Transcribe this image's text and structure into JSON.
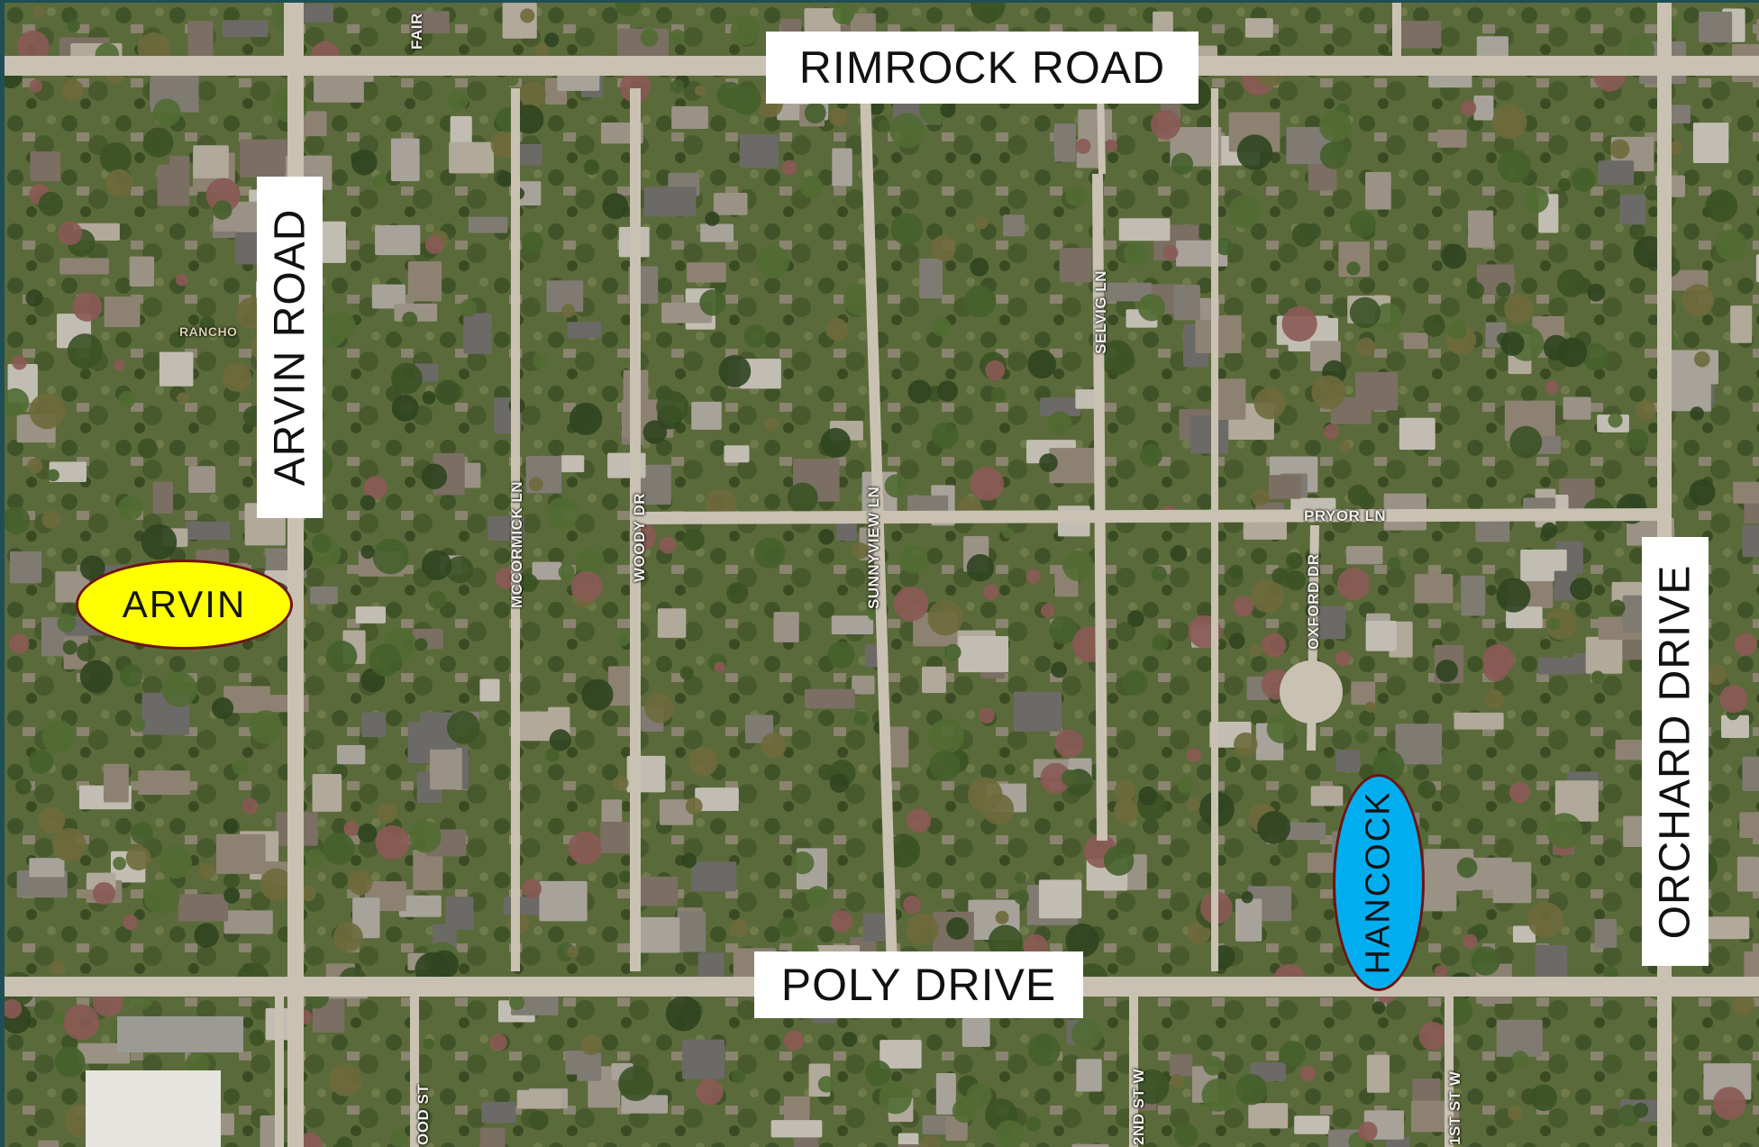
{
  "major_roads": {
    "rimrock": "RIMROCK ROAD",
    "arvin": "ARVIN ROAD",
    "poly": "POLY DRIVE",
    "orchard": "ORCHARD DRIVE"
  },
  "street_labels": {
    "fair": "FAIR",
    "rancho": "RANCHO",
    "mccormick": "MCCORMICK LN",
    "woody": "WOODY DR",
    "sunnyview": "SUNNYVIEW LN",
    "selvig": "SELVIG LN",
    "pryor": "PRYOR LN",
    "oxford": "OXFORD DR",
    "ood": "OOD ST",
    "second": "2ND ST W",
    "first": "1ST ST W"
  },
  "markers": {
    "arvin": {
      "label": "ARVIN",
      "color": "#ffff00"
    },
    "hancock": {
      "label": "HANCOCK",
      "color": "#00aeef"
    }
  },
  "colors": {
    "frame": "#1f4f55",
    "road": "#c9c2b2",
    "label_bg": "#ffffff",
    "marker_outline": "#6e1412"
  }
}
